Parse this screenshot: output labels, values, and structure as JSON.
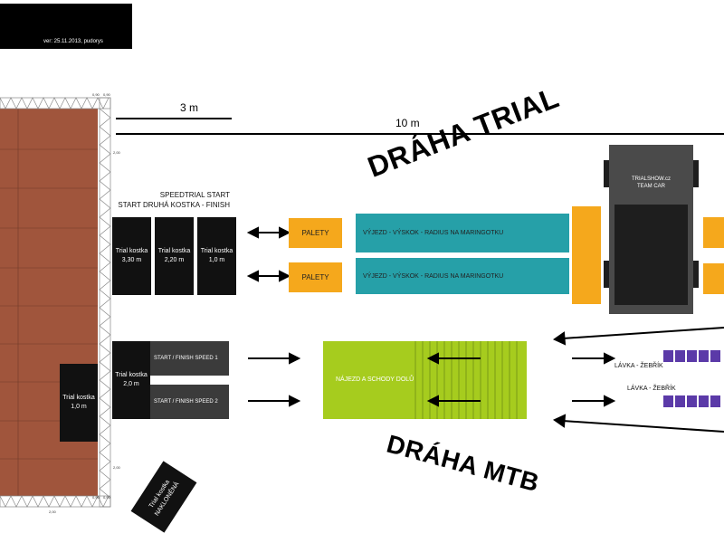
{
  "header": {
    "version": "ver: 25.11.2013, pudorys"
  },
  "measures": {
    "three_m": "3 m",
    "ten_m": "10 m"
  },
  "titles": {
    "trial": "DRÁHA TRIAL",
    "mtb": "DRÁHA MTB"
  },
  "speedtrial": {
    "line1": "SPEEDTRIAL START",
    "line2": "START DRUHÁ KOSTKA - FINISH"
  },
  "kostky": [
    {
      "label": "Trial kostka",
      "height": "3,30 m"
    },
    {
      "label": "Trial kostka",
      "height": "2,20 m"
    },
    {
      "label": "Trial kostka",
      "height": "1,0 m"
    },
    {
      "label": "Trial kostka",
      "height": "2,0 m"
    },
    {
      "label": "Trial kostka",
      "height": "1,0 m"
    }
  ],
  "rotated_kostka": {
    "line1": "Trial kostka",
    "line2": "NAKLONĚNÁ"
  },
  "palety": [
    "PALETY",
    "PALETY"
  ],
  "ramps": [
    "VÝJEZD - VÝSKOK - RADIUS NA MARINGOTKU",
    "VÝJEZD - VÝSKOK - RADIUS NA MARINGOTKU"
  ],
  "speeds": [
    "START / FINISH SPEED 1",
    "START / FINISH SPEED 2"
  ],
  "najezd": "NÁJEZD A SCHODY DOLŮ",
  "car": {
    "line1": "TRIALSHOW.cz",
    "line2": "TEAM CAR"
  },
  "lavky": [
    "LÁVKA - ŽEBŘÍK",
    "LÁVKA - ŽEBŘÍK"
  ],
  "dims": [
    "0,90",
    "0,90",
    "2,00",
    "2,00",
    "0,90",
    "0,90",
    "2,00"
  ],
  "colors": {
    "stage": "#a0553c",
    "palette": "#f5a81c",
    "ramp": "#26a0a8",
    "najezd": "#a6cc1e",
    "lavka": "#5b3aa8",
    "car": "#4a4a4a"
  }
}
